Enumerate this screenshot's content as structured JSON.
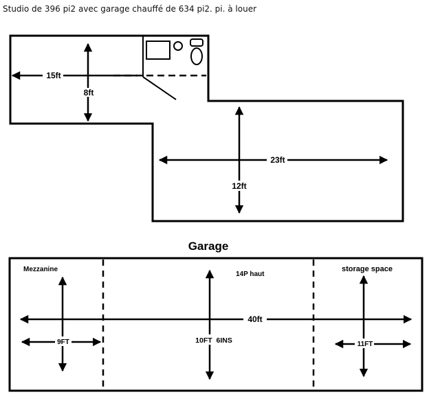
{
  "header": {
    "caption": "Studio de 396 pi2 avec garage chauffé de 634 pi2. pi. à louer"
  },
  "studio": {
    "width_label": "15ft",
    "depth_label": "8ft",
    "main_width_label": "23ft",
    "main_depth_label": "12ft"
  },
  "garage": {
    "title": "Garage",
    "mezzanine_label": "Mezzanine",
    "height_label": "14P haut",
    "storage_label": "storage space",
    "length_label": "40ft",
    "mezzanine_width_label": "9FT",
    "center_depth_label": "10FT  6INS",
    "storage_width_label": "11FT"
  }
}
